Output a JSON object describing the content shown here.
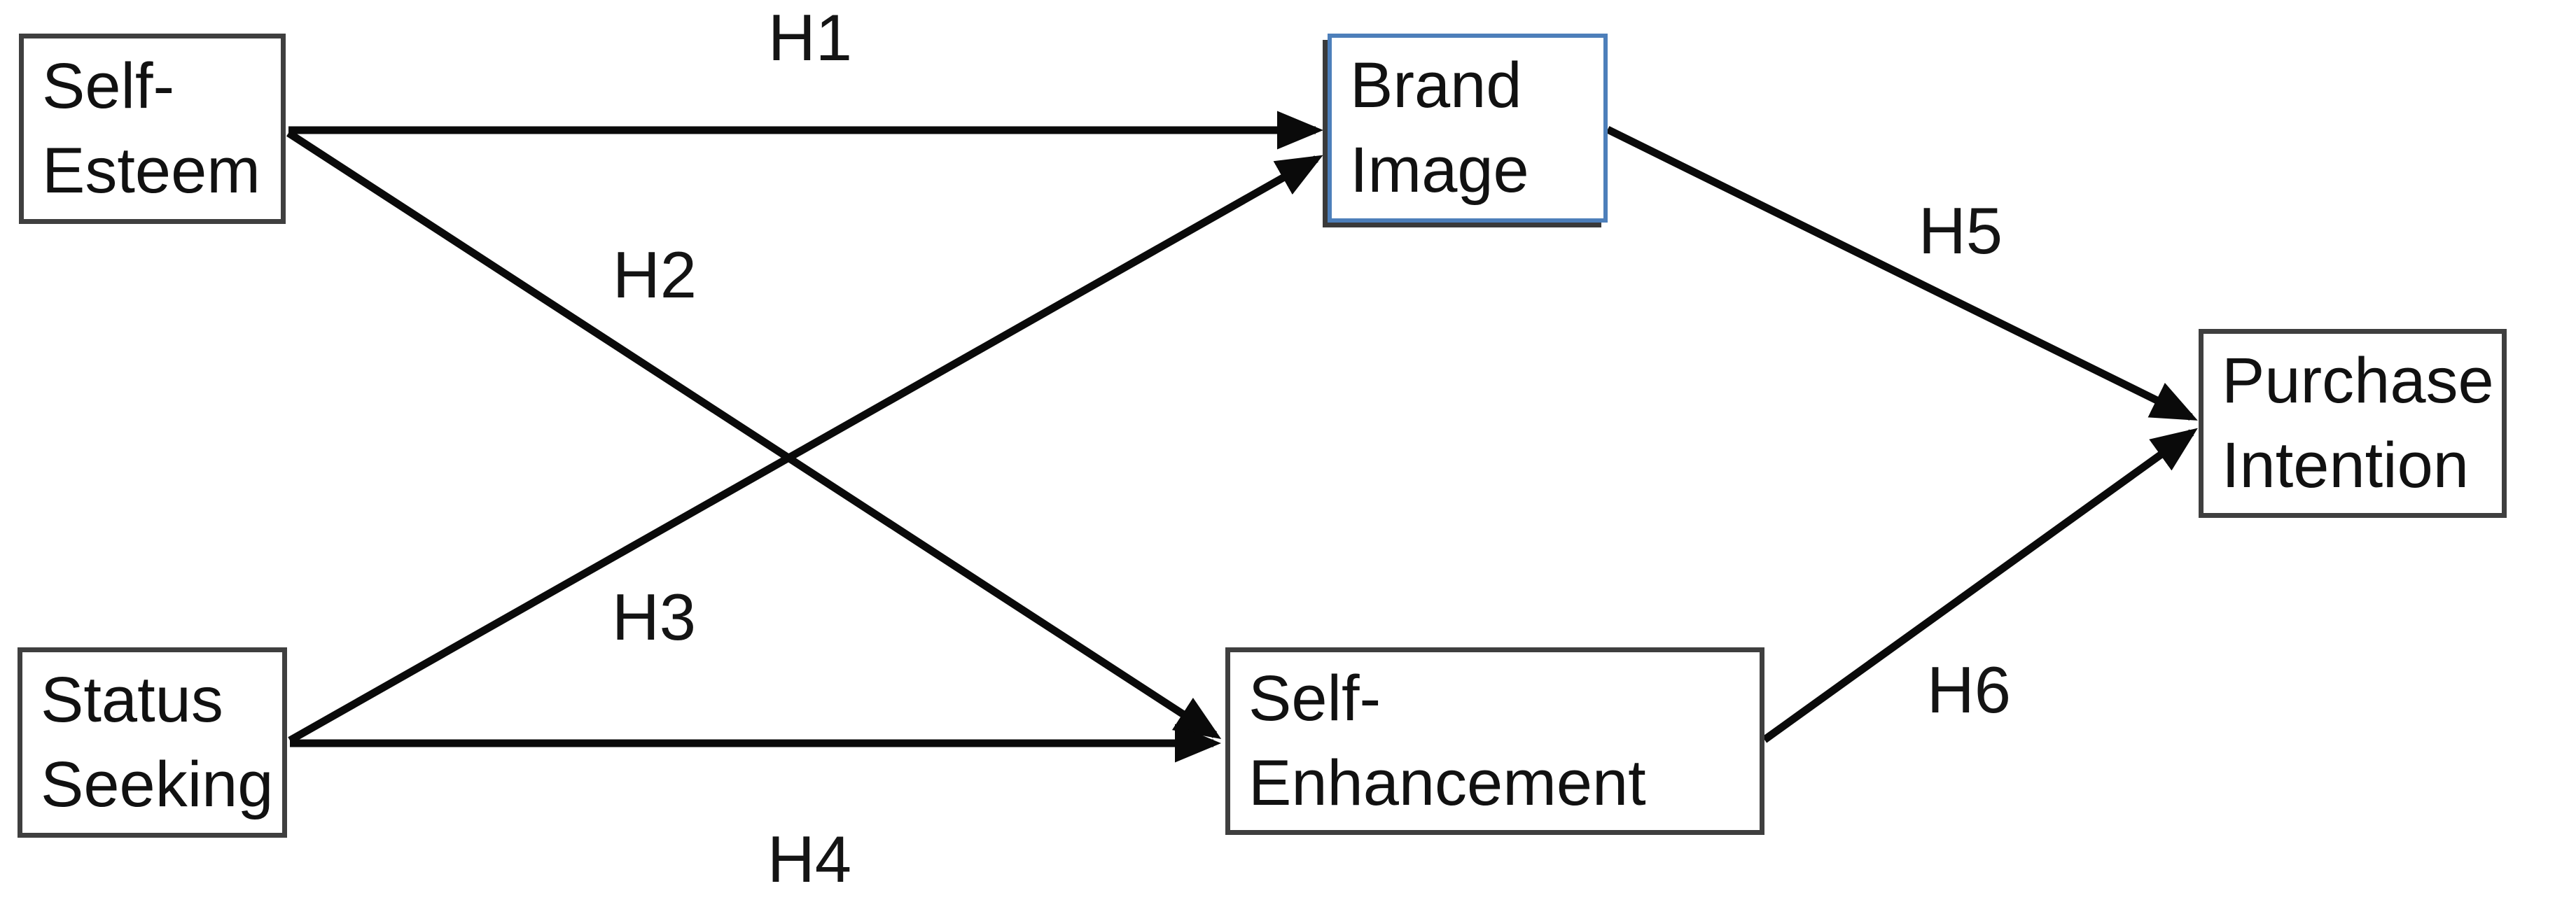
{
  "figure": {
    "type": "hypothesis-path-diagram",
    "background": "#ffffff",
    "nodes": {
      "self_esteem": {
        "label": "Self-\nEsteem"
      },
      "status_seeking": {
        "label": "Status\nSeeking"
      },
      "brand_image": {
        "label": "Brand\nImage"
      },
      "self_enhancement": {
        "label": "Self-\nEnhancement"
      },
      "purchase_intention": {
        "label": "Purchase\nIntention"
      }
    },
    "edges": [
      {
        "id": "h1",
        "label": "H1",
        "from": "Self-Esteem",
        "to": "Brand Image"
      },
      {
        "id": "h2",
        "label": "H2",
        "from": "Self-Esteem",
        "to": "Self-Enhancement"
      },
      {
        "id": "h3",
        "label": "H3",
        "from": "Status Seeking",
        "to": "Brand Image"
      },
      {
        "id": "h4",
        "label": "H4",
        "from": "Status Seeking",
        "to": "Self-Enhancement"
      },
      {
        "id": "h5",
        "label": "H5",
        "from": "Brand Image",
        "to": "Purchase Intention"
      },
      {
        "id": "h6",
        "label": "H6",
        "from": "Self-Enhancement",
        "to": "Purchase Intention"
      }
    ],
    "colors": {
      "arrow": "#0a0a0a",
      "node_border": "#3f3f3f",
      "brand_image_border": "#4d7fba",
      "text": "#141414"
    }
  }
}
